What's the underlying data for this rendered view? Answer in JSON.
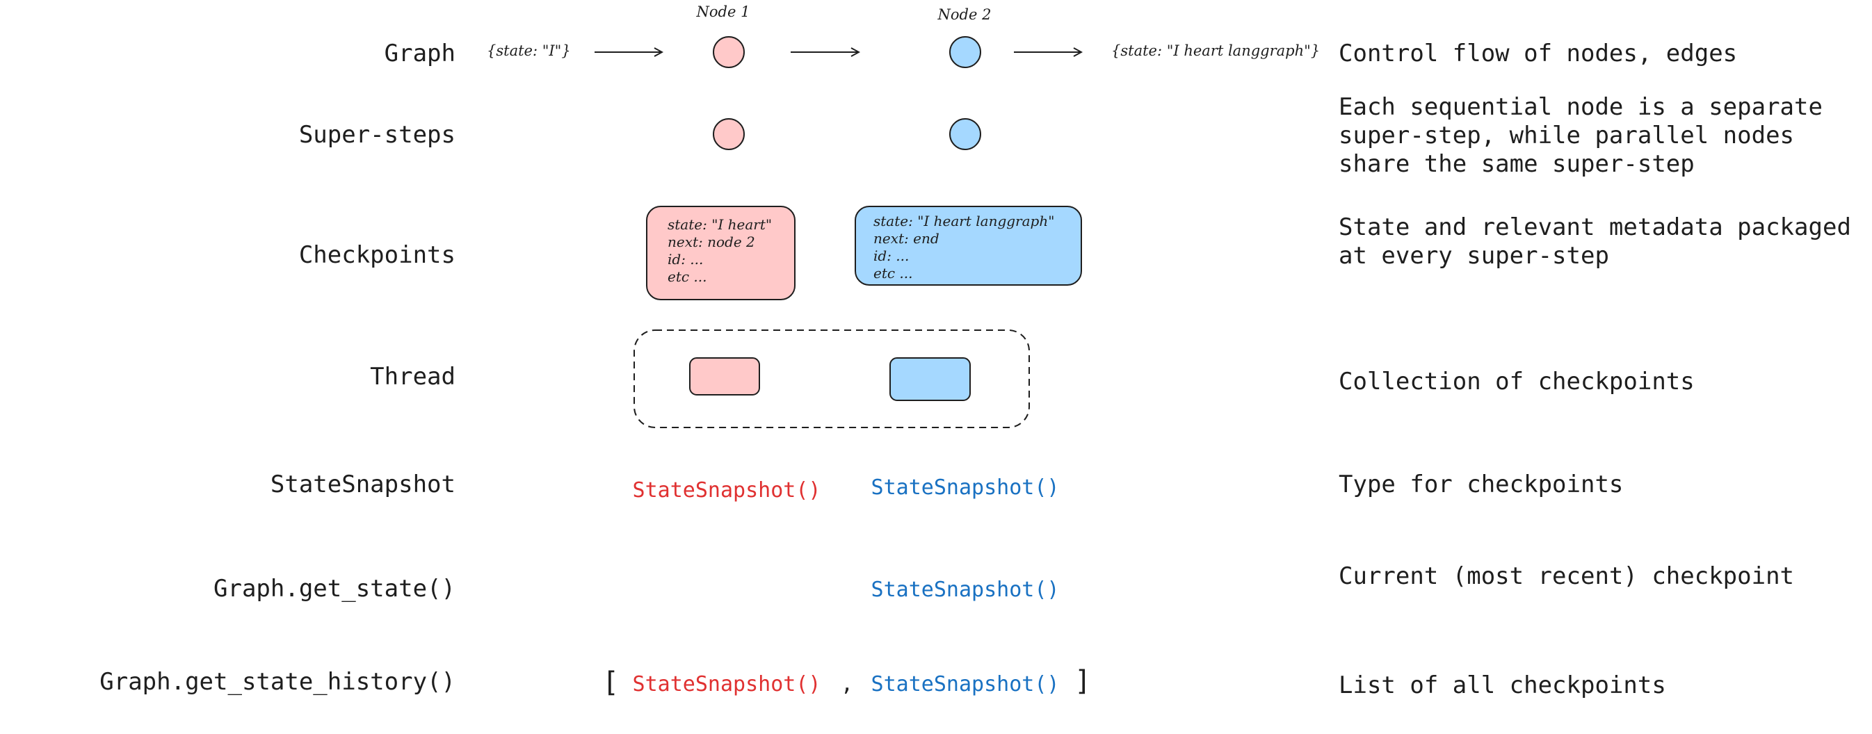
{
  "colors": {
    "pink": "#ffc9c9",
    "blue": "#a5d8ff",
    "stroke": "#1e1e1e",
    "red_text": "#e03131",
    "blue_text": "#1971c2"
  },
  "row_labels": {
    "graph": "Graph",
    "supersteps": "Super-steps",
    "checkpoints": "Checkpoints",
    "thread": "Thread",
    "statesnapshot": "StateSnapshot",
    "get_state": "Graph.get_state()",
    "get_state_history": "Graph.get_state_history()"
  },
  "descriptions": {
    "graph": "Control flow of nodes, edges",
    "supersteps": [
      "Each sequential node is a separate",
      "super-step, while parallel nodes",
      "share the same super-step"
    ],
    "checkpoints": [
      "State and relevant metadata packaged",
      "at every super-step"
    ],
    "thread": "Collection of checkpoints",
    "statesnapshot": "Type for checkpoints",
    "get_state": "Current (most recent) checkpoint",
    "get_state_history": "List of all checkpoints"
  },
  "graph": {
    "node1_label": "Node 1",
    "node2_label": "Node 2",
    "input_state": "{state: \"I\"}",
    "output_state": "{state: \"I heart langgraph\"}"
  },
  "checkpoint1": [
    "state: \"I heart\"",
    "next: node 2",
    "id: ...",
    "etc ..."
  ],
  "checkpoint2": [
    "state: \"I heart langgraph\"",
    "next: end",
    "id: ...",
    "etc ..."
  ],
  "snapshot": {
    "label": "StateSnapshot()",
    "open_bracket": "[",
    "comma": ",",
    "close_bracket": "]"
  }
}
